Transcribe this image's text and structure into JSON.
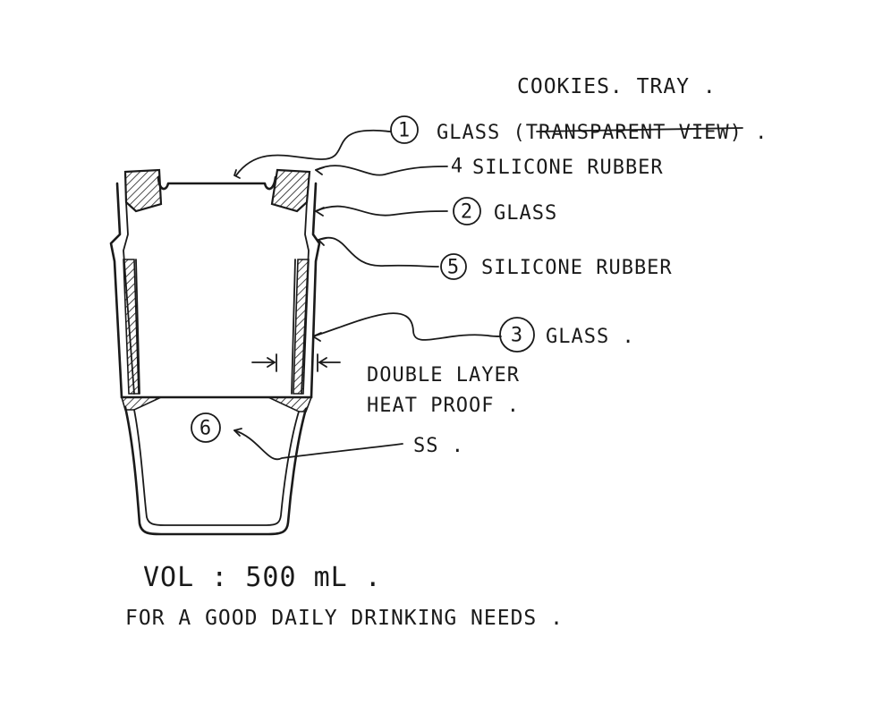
{
  "notes": {
    "top": "COOKIES. TRAY .",
    "volume": "VOL : 500 mL .",
    "footer": "FOR A GOOD DAILY DRINKING NEEDS ."
  },
  "callouts": [
    {
      "number": "1",
      "label": "GLASS (TRANSPARENT VIEW) ."
    },
    {
      "number": "4",
      "label": "SILICONE RUBBER"
    },
    {
      "number": "2",
      "label": "GLASS"
    },
    {
      "number": "5",
      "label": "SILICONE RUBBER"
    },
    {
      "number": "3",
      "label": "GLASS ."
    },
    {
      "number": "6",
      "label": "SS ."
    }
  ],
  "dimension": {
    "line1": "DOUBLE LAYER",
    "line2": "HEAT PROOF ."
  },
  "colors": {
    "ink": "#1a1a1a",
    "paper": "#ffffff"
  }
}
